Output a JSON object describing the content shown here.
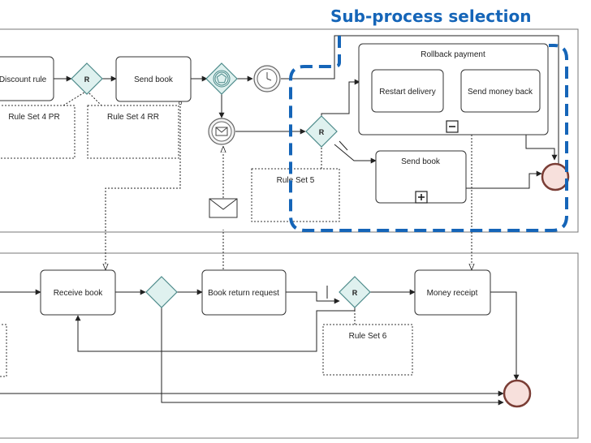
{
  "header": {
    "title": "Sub-process selection"
  },
  "upper_pool": {
    "tasks": {
      "discount_rule": "Discount rule",
      "send_book": "Send book",
      "subprocess_rollback": "Rollback payment",
      "restart_delivery": "Restart delivery",
      "send_money_back": "Send money back",
      "subprocess_send_book": "Send book"
    },
    "gateway_marker": "R",
    "annotations": {
      "rule_set_4pr": "Rule Set 4 PR",
      "rule_set_4rr": "Rule Set 4 RR",
      "rule_set_5": "Rule Set 5"
    },
    "markers": {
      "collapse": "−",
      "expand": "+"
    }
  },
  "lower_pool": {
    "tasks": {
      "receive_book": "Receive book",
      "book_return_request": "Book return request",
      "money_receipt": "Money receipt"
    },
    "gateway_marker": "R",
    "annotations": {
      "rule_set_6": "Rule Set 6"
    }
  },
  "colors": {
    "selection_outline": "#1565b8",
    "gateway_fill": "#dff1ef",
    "end_event_fill": "#f7e0dc",
    "task_stroke": "#333333"
  }
}
